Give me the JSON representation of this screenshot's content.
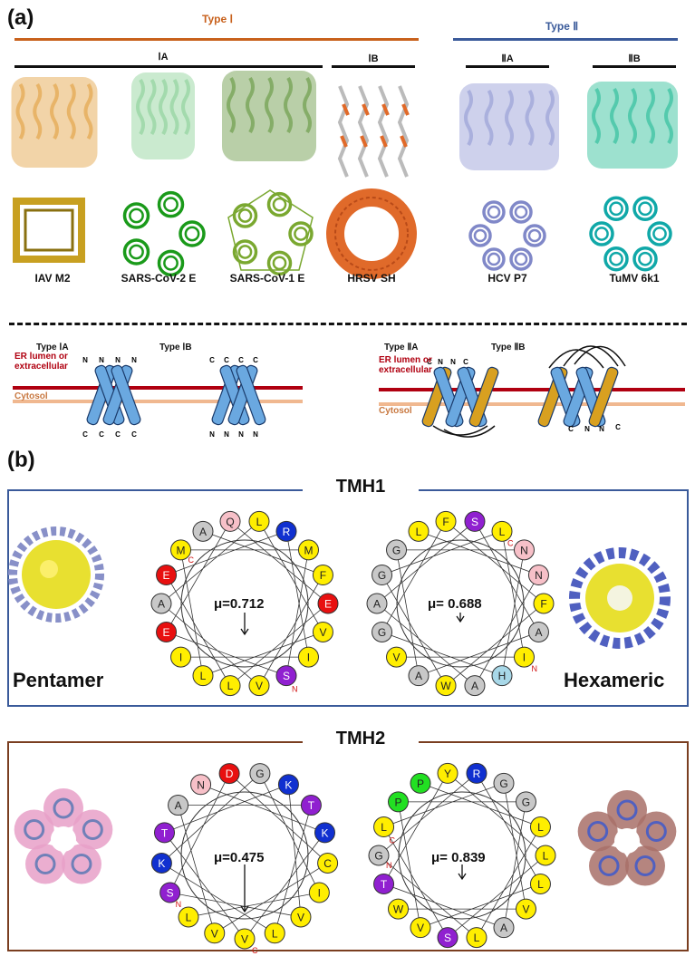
{
  "panel_a": {
    "letter": "(a)",
    "type1": {
      "label": "Type Ⅰ",
      "color": "#c8611c"
    },
    "type2": {
      "label": "Type Ⅱ",
      "color": "#3a5a9a"
    },
    "subtypes": [
      "ⅠA",
      "ⅠB",
      "ⅡA",
      "ⅡB"
    ],
    "proteins": [
      {
        "name": "IAV M2",
        "color": "#e7b060"
      },
      {
        "name": "SARS-CoV-2 E",
        "color": "#9ed8a8"
      },
      {
        "name": "SARS-CoV-1 E",
        "color": "#7fa860"
      },
      {
        "name": "HRSV SH",
        "color": "#e06a2a"
      },
      {
        "name": "HCV P7",
        "color": "#a6acdc"
      },
      {
        "name": "TuMV 6k1",
        "color": "#4cc8a8"
      }
    ]
  },
  "topology": {
    "left": {
      "typeA": "Type ⅠA",
      "typeB": "Type ⅠB",
      "er_label": "ER lumen or extracellular",
      "cytosol_label": "Cytosol",
      "n_label": "N",
      "c_label": "C"
    },
    "right": {
      "typeA": "Type ⅡA",
      "typeB": "Type ⅡB",
      "er_label": "ER lumen or extracellular",
      "cytosol_label": "Cytosol"
    }
  },
  "panel_b": {
    "letter": "(b)",
    "tmh1": {
      "title": "TMH1",
      "border_color": "#3a5a9a",
      "left_label": "Pentamer",
      "right_label": "Hexameric",
      "wheel1": {
        "mu": "μ=0.712",
        "n_label": "N",
        "c_label": "C",
        "residues": [
          {
            "aa": "A",
            "c": "#c8c8c8"
          },
          {
            "aa": "Q",
            "c": "#f7c0c8"
          },
          {
            "aa": "L",
            "c": "#ffee00"
          },
          {
            "aa": "R",
            "c": "#1030d0"
          },
          {
            "aa": "M",
            "c": "#ffee00"
          },
          {
            "aa": "F",
            "c": "#ffee00"
          },
          {
            "aa": "E",
            "c": "#e81010"
          },
          {
            "aa": "V",
            "c": "#ffee00"
          },
          {
            "aa": "I",
            "c": "#ffee00"
          },
          {
            "aa": "S",
            "c": "#9020d0"
          },
          {
            "aa": "V",
            "c": "#ffee00"
          },
          {
            "aa": "L",
            "c": "#ffee00"
          },
          {
            "aa": "L",
            "c": "#ffee00"
          },
          {
            "aa": "I",
            "c": "#ffee00"
          },
          {
            "aa": "E",
            "c": "#e81010"
          },
          {
            "aa": "A",
            "c": "#c8c8c8"
          },
          {
            "aa": "E",
            "c": "#e81010"
          },
          {
            "aa": "M",
            "c": "#ffee00"
          }
        ]
      },
      "wheel2": {
        "mu": "μ= 0.688",
        "n_label": "N",
        "c_label": "C",
        "residues": [
          {
            "aa": "L",
            "c": "#ffee00"
          },
          {
            "aa": "F",
            "c": "#ffee00"
          },
          {
            "aa": "S",
            "c": "#9020d0"
          },
          {
            "aa": "L",
            "c": "#ffee00"
          },
          {
            "aa": "N",
            "c": "#f7c0c8"
          },
          {
            "aa": "N",
            "c": "#f7c0c8"
          },
          {
            "aa": "F",
            "c": "#ffee00"
          },
          {
            "aa": "A",
            "c": "#c8c8c8"
          },
          {
            "aa": "I",
            "c": "#ffee00"
          },
          {
            "aa": "H",
            "c": "#a8d8e8"
          },
          {
            "aa": "A",
            "c": "#c8c8c8"
          },
          {
            "aa": "W",
            "c": "#ffee00"
          },
          {
            "aa": "A",
            "c": "#c8c8c8"
          },
          {
            "aa": "V",
            "c": "#ffee00"
          },
          {
            "aa": "G",
            "c": "#c8c8c8"
          },
          {
            "aa": "A",
            "c": "#c8c8c8"
          },
          {
            "aa": "G",
            "c": "#c8c8c8"
          },
          {
            "aa": "G",
            "c": "#c8c8c8"
          }
        ]
      }
    },
    "tmh2": {
      "title": "TMH2",
      "border_color": "#7a3e20",
      "wheel1": {
        "mu": "μ=0.475",
        "n_label": "N",
        "c_label": "C",
        "residues": [
          {
            "aa": "N",
            "c": "#f7c0c8"
          },
          {
            "aa": "D",
            "c": "#e81010"
          },
          {
            "aa": "G",
            "c": "#c8c8c8"
          },
          {
            "aa": "K",
            "c": "#1030d0"
          },
          {
            "aa": "T",
            "c": "#9020d0"
          },
          {
            "aa": "K",
            "c": "#1030d0"
          },
          {
            "aa": "C",
            "c": "#ffee00"
          },
          {
            "aa": "I",
            "c": "#ffee00"
          },
          {
            "aa": "V",
            "c": "#ffee00"
          },
          {
            "aa": "L",
            "c": "#ffee00"
          },
          {
            "aa": "V",
            "c": "#ffee00"
          },
          {
            "aa": "V",
            "c": "#ffee00"
          },
          {
            "aa": "L",
            "c": "#ffee00"
          },
          {
            "aa": "S",
            "c": "#9020d0"
          },
          {
            "aa": "K",
            "c": "#1030d0"
          },
          {
            "aa": "T",
            "c": "#9020d0"
          },
          {
            "aa": "A",
            "c": "#c8c8c8"
          }
        ]
      },
      "wheel2": {
        "mu": "μ= 0.839",
        "n_label": "N",
        "c_label": "C",
        "residues": [
          {
            "aa": "P",
            "c": "#22e022"
          },
          {
            "aa": "Y",
            "c": "#ffee00"
          },
          {
            "aa": "R",
            "c": "#1030d0"
          },
          {
            "aa": "G",
            "c": "#c8c8c8"
          },
          {
            "aa": "G",
            "c": "#c8c8c8"
          },
          {
            "aa": "L",
            "c": "#ffee00"
          },
          {
            "aa": "L",
            "c": "#ffee00"
          },
          {
            "aa": "L",
            "c": "#ffee00"
          },
          {
            "aa": "V",
            "c": "#ffee00"
          },
          {
            "aa": "A",
            "c": "#c8c8c8"
          },
          {
            "aa": "L",
            "c": "#ffee00"
          },
          {
            "aa": "S",
            "c": "#9020d0"
          },
          {
            "aa": "V",
            "c": "#ffee00"
          },
          {
            "aa": "W",
            "c": "#ffee00"
          },
          {
            "aa": "T",
            "c": "#9020d0"
          },
          {
            "aa": "G",
            "c": "#c8c8c8"
          },
          {
            "aa": "L",
            "c": "#ffee00"
          },
          {
            "aa": "P",
            "c": "#22e022"
          }
        ]
      }
    }
  }
}
